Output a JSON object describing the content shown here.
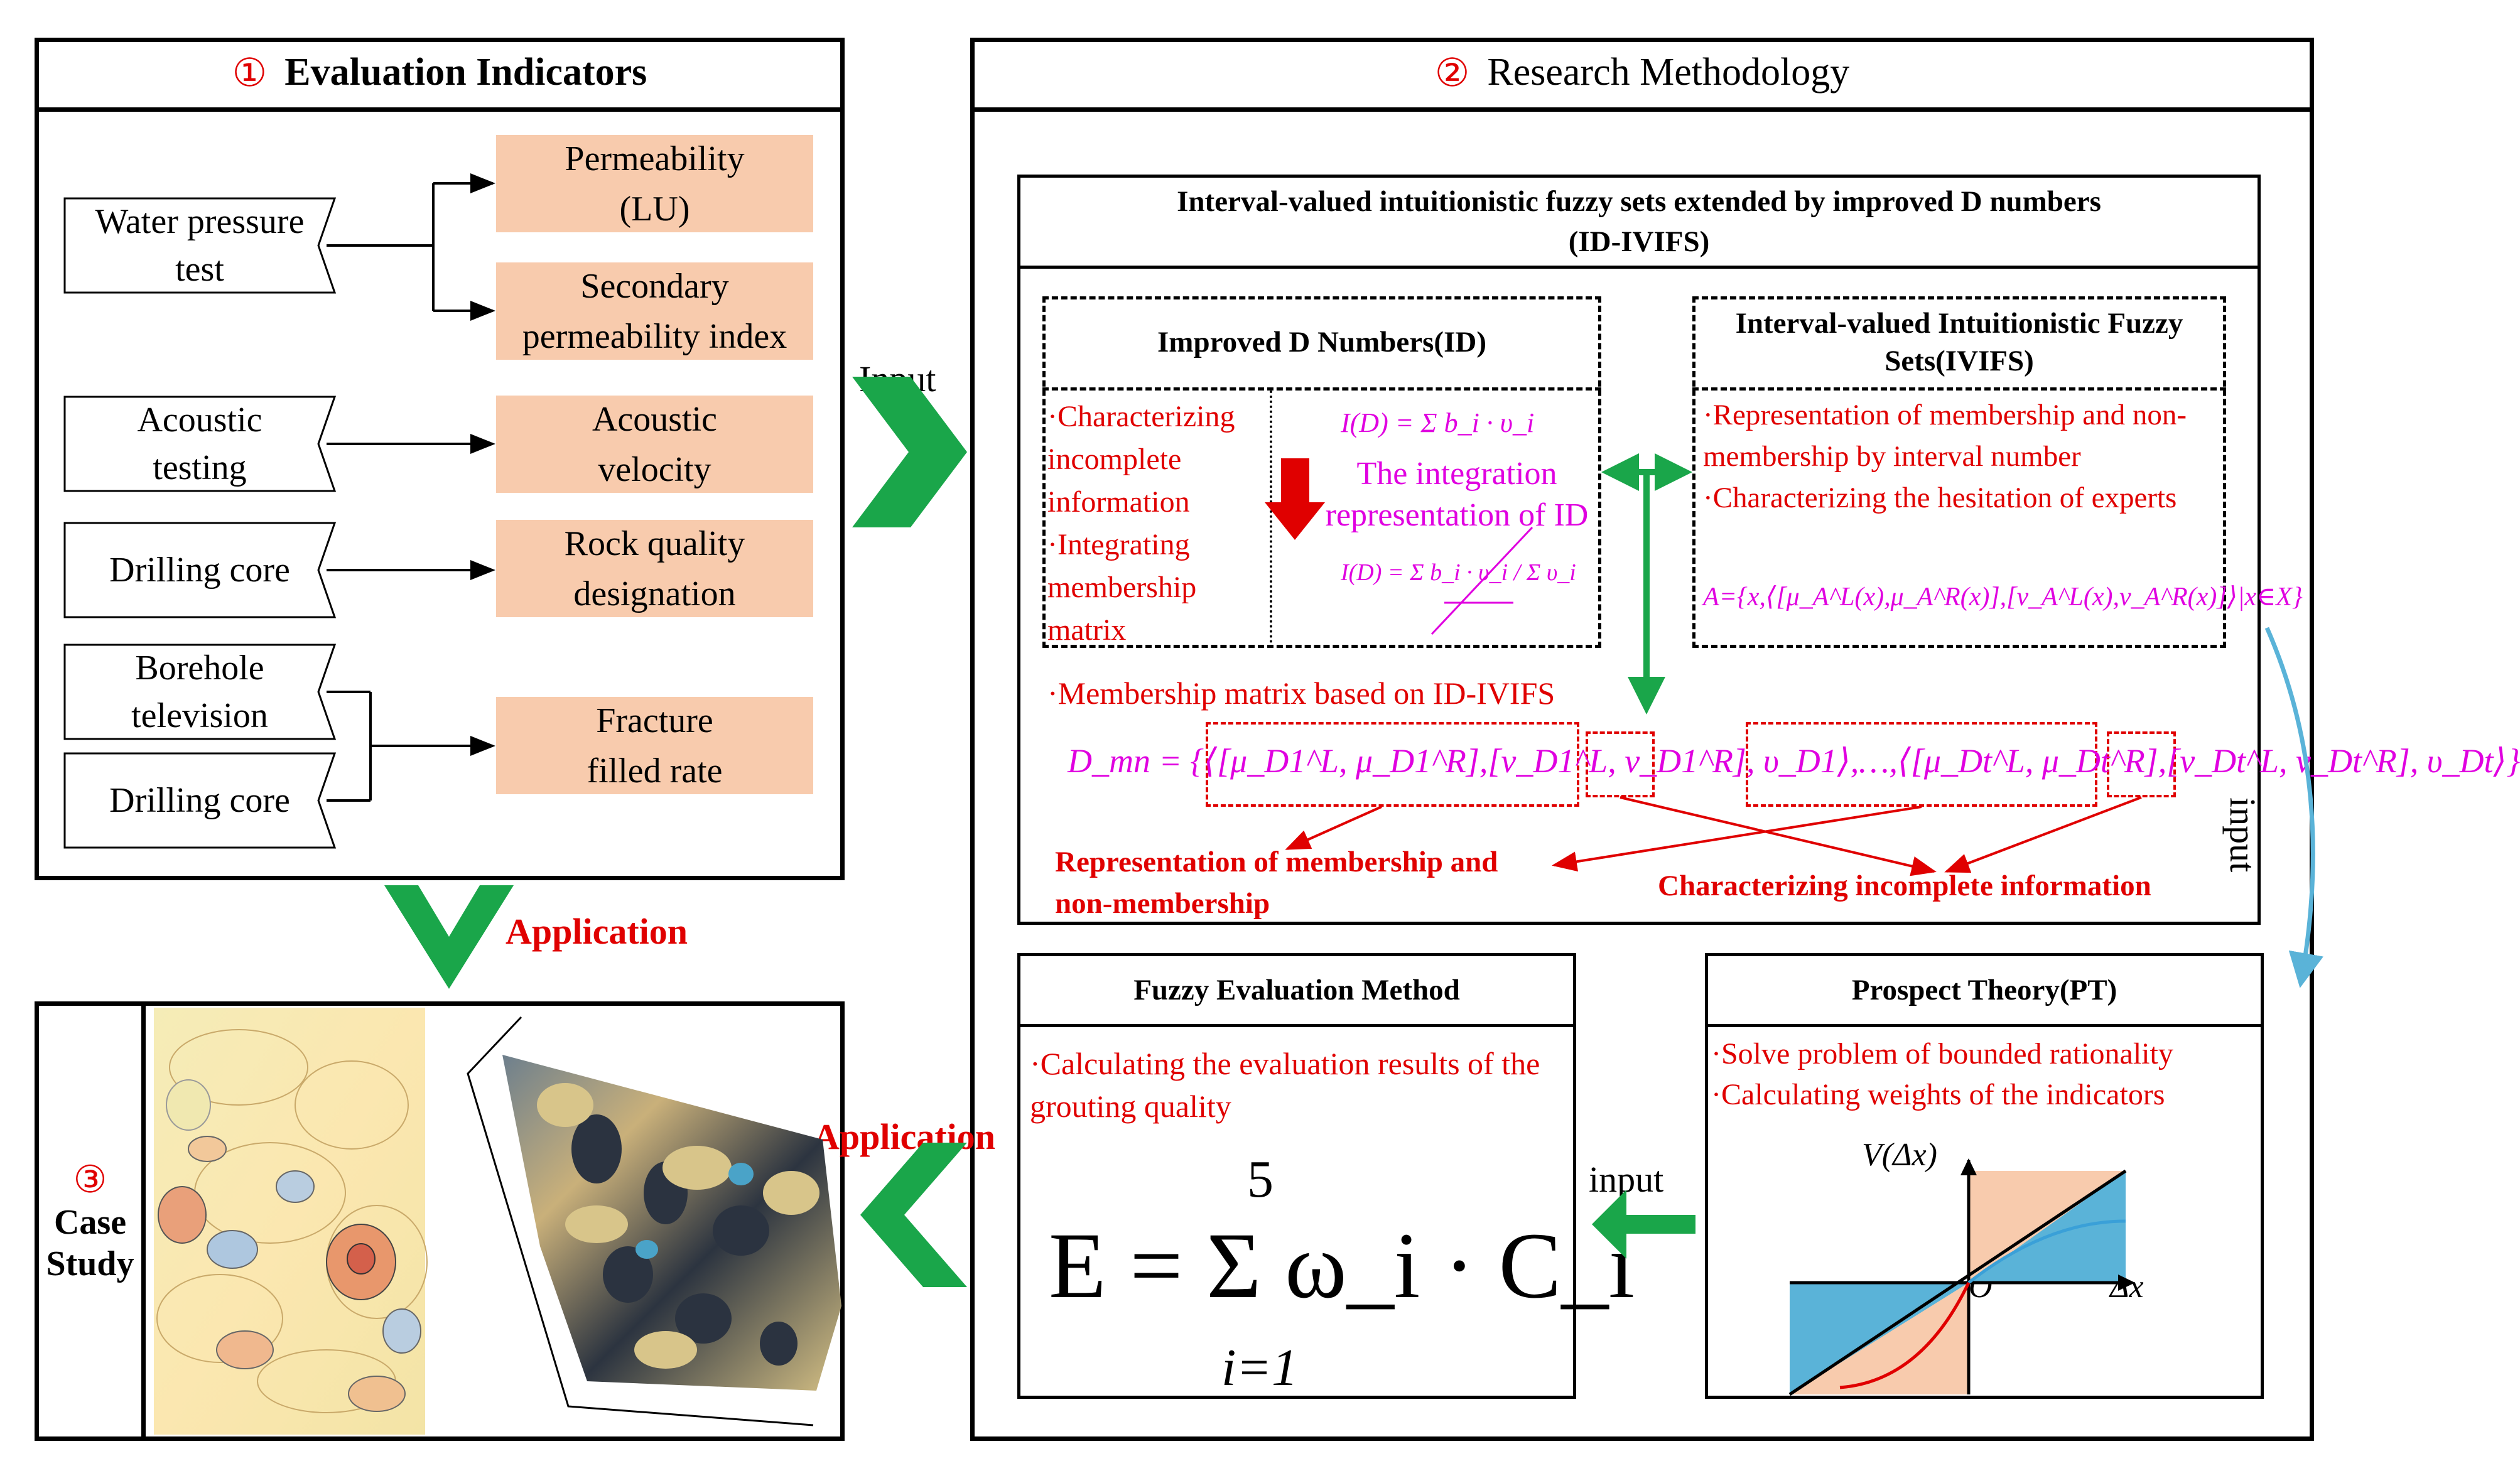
{
  "panel1": {
    "number": "①",
    "title": "Evaluation Indicators"
  },
  "sources": {
    "water": "Water pressure test",
    "acoustic": "Acoustic testing",
    "drill1": "Drilling core",
    "borehole": "Borehole television",
    "drill2": "Drilling core"
  },
  "indicators": {
    "permeability": "Permeability (LU)",
    "secondary": "Secondary permeability index",
    "velocity": "Acoustic velocity",
    "rqd": "Rock quality designation",
    "fracture": "Fracture filled rate"
  },
  "panel2": {
    "number": "②",
    "title": "Research Methodology"
  },
  "idivifs": {
    "title": "Interval-valued intuitionistic fuzzy sets extended by improved D numbers",
    "abbr": "(ID-IVIFS)"
  },
  "id_box": {
    "title": "Improved D Numbers(ID)",
    "bullets": "·Characterizing incomplete information ·Integrating membership matrix",
    "formula1": "I(D) = Σ b_i · υ_i",
    "integration": "The integration representation of ID",
    "formula2": "I(D) = Σ b_i · υ_i / Σ υ_i"
  },
  "ivifs_box": {
    "title": "Interval-valued Intuitionistic Fuzzy Sets(IVIFS)",
    "bullet1": "·Representation of membership and non-membership by interval number",
    "bullet2": "·Characterizing the hesitation of experts",
    "formula": "A={x,⟨[μ_A^L(x),μ_A^R(x)],[ν_A^L(x),ν_A^R(x)]⟩|x∈X}"
  },
  "matrix": {
    "label": "·Membership matrix based on ID-IVIFS",
    "formula": "D_mn = {⟨[μ_D1^L, μ_D1^R],[ν_D1^L, ν_D1^R], υ_D1⟩,…,⟨[μ_Dt^L, μ_Dt^R],[ν_Dt^L, ν_Dt^R], υ_Dt⟩}",
    "rep_label": "Representation of membership and non-membership",
    "char_label": "Characterizing incomplete information"
  },
  "fuzzy": {
    "title": "Fuzzy Evaluation Method",
    "text": "·Calculating the evaluation results of the grouting quality",
    "formula": "E = Σ ω_i · C_i",
    "sum_top": "5",
    "sum_bottom": "i=1"
  },
  "pt": {
    "title": "Prospect Theory(PT)",
    "bullet1": "·Solve problem of bounded rationality",
    "bullet2": "·Calculating weights of the indicators",
    "ylabel": "V(Δx)",
    "xlabel": "Δx",
    "origin": "O"
  },
  "arrows": {
    "input1": "Input",
    "input2": "input",
    "input3": "input",
    "application1": "Application",
    "application2": "Application"
  },
  "case": {
    "number": "③",
    "title": "Case Study"
  },
  "colors": {
    "red": "#e00000",
    "magenta": "#e000e0",
    "green": "#1aa64a",
    "peach": "#f8cbad",
    "blue": "#5ab3d8"
  }
}
